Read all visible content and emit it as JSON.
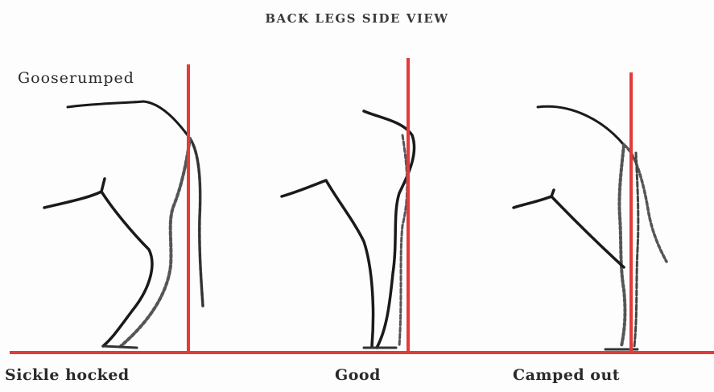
{
  "title": "BACK LEGS SIDE VIEW",
  "labels": {
    "goose": "Gooserumped",
    "sickle": "Sickle hocked",
    "good": "Good",
    "camped": "Camped out"
  },
  "colors": {
    "guide_line": "#e53a3a",
    "ink_dark": "#1a1a1a",
    "ink_light": "#555555"
  }
}
